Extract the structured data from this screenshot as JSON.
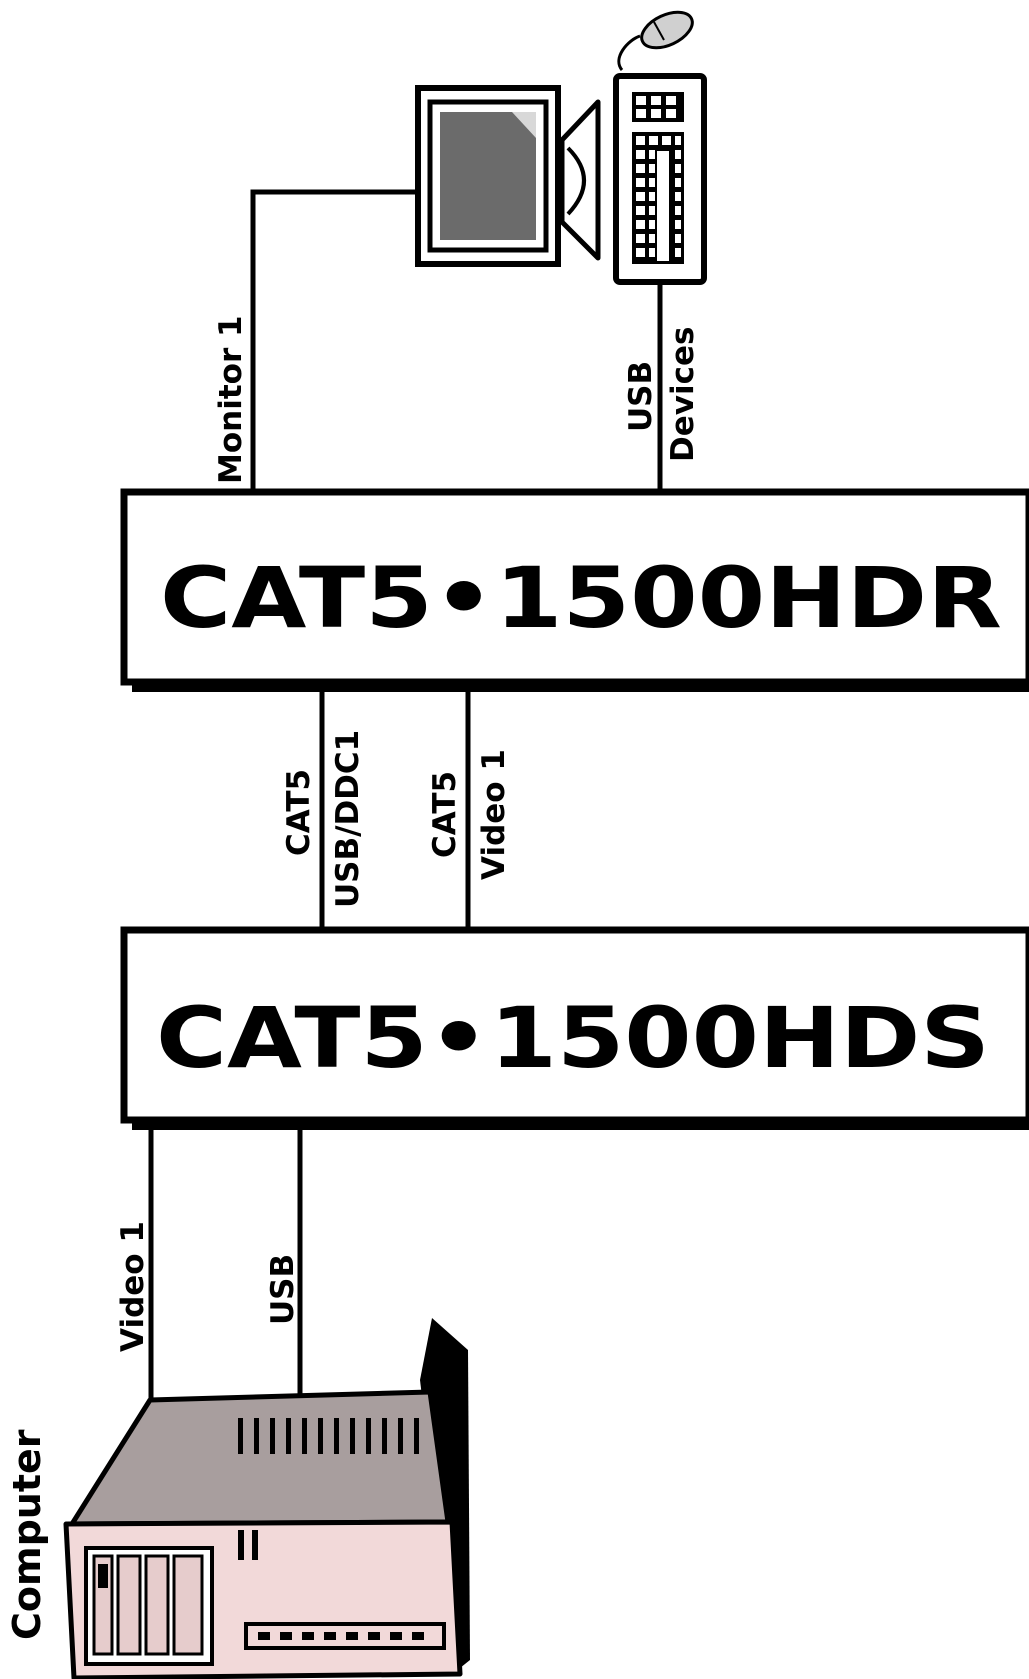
{
  "receiver": {
    "label": "CAT5•1500HDR"
  },
  "sender": {
    "label": "CAT5•1500HDS"
  },
  "labels": {
    "monitor": "Monitor 1",
    "usb_devices_line1": "USB",
    "usb_devices_line2": "Devices",
    "cat5_a_line1": "CAT5",
    "cat5_a_line2": "USB/DDC1",
    "cat5_b_line1": "CAT5",
    "cat5_b_line2": "Video 1",
    "pc_video": "Video 1",
    "pc_usb": "USB",
    "computer": "Computer"
  },
  "icons": [
    "monitor-icon",
    "speaker-icon",
    "keyboard-icon",
    "mouse-icon",
    "computer-icon"
  ],
  "colors": {
    "line": "#000000",
    "screen": "#707070",
    "case_top": "#a89e9e",
    "case_front": "#f2d9d9"
  }
}
